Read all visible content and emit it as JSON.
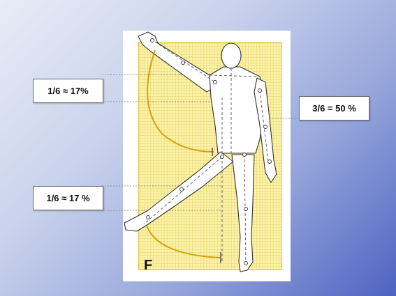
{
  "diagram": {
    "labels": {
      "upper_left": "1/6 ≈ 17%",
      "right": "3/6 = 50 %",
      "lower_left": "1/6 ≈ 17 %"
    },
    "panel_letter": "F"
  },
  "colors": {
    "panel_fill": "#fdf3a8",
    "arc": "#d4a20c",
    "guide_line": "#7a7a7a"
  }
}
